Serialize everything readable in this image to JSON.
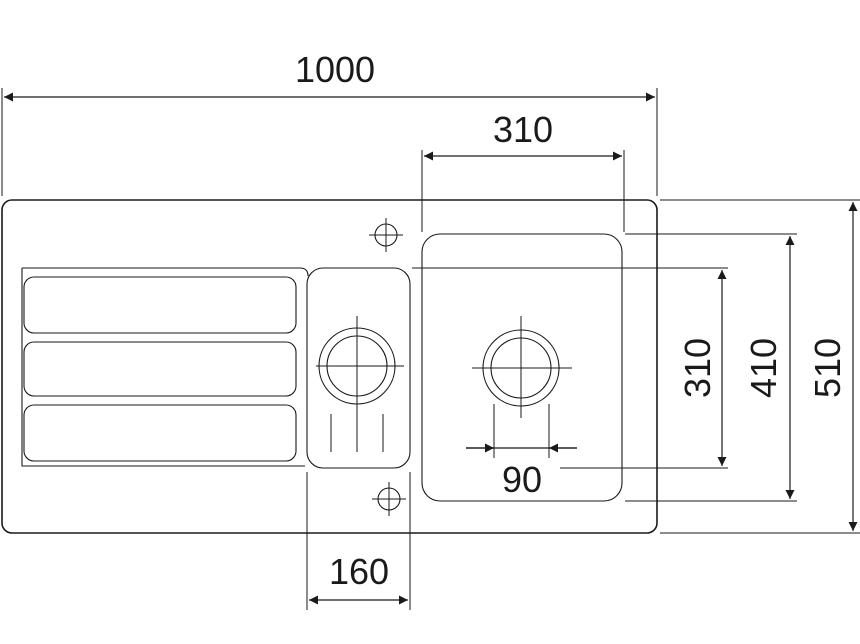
{
  "dimensions": {
    "overall_width": "1000",
    "bowl_width": "310",
    "bowl_length": "310",
    "inner_length": "410",
    "overall_length": "510",
    "drain_spacing": "90",
    "small_bowl_width": "160"
  },
  "colors": {
    "line": "#1a1a1a",
    "background": "#ffffff"
  }
}
